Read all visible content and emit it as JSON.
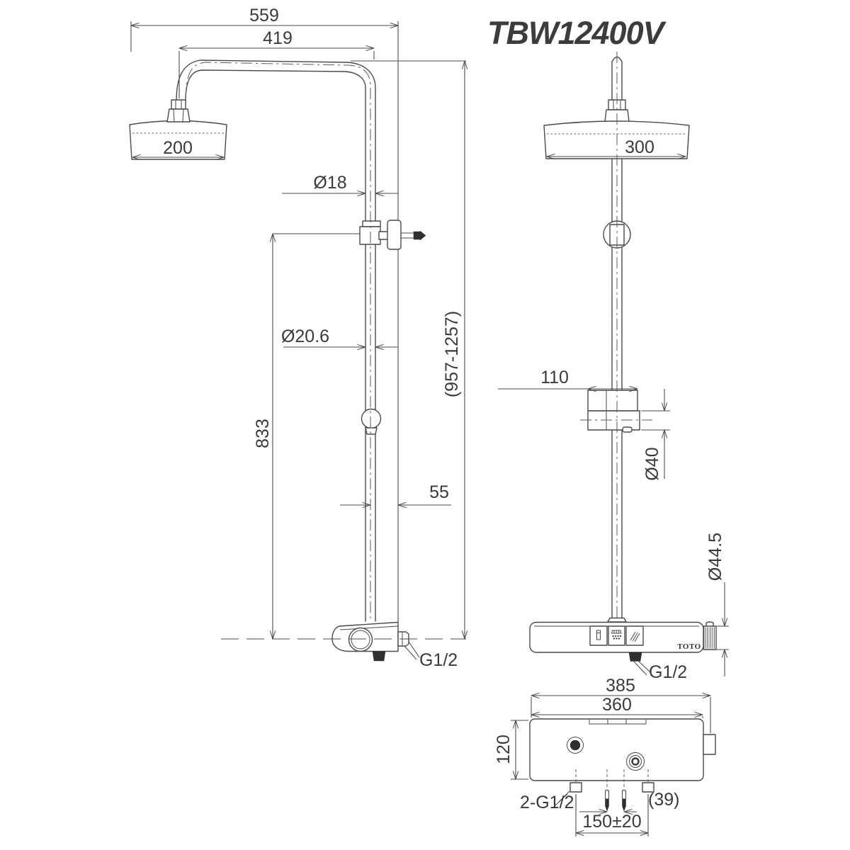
{
  "title": "TBW12400V",
  "brand": {
    "logo_text": "TOTO"
  },
  "colors": {
    "line": "#4a4a4a",
    "text": "#3a3a3a",
    "dark_fill": "#2f2f2f",
    "background": "#ffffff"
  },
  "side_view": {
    "overall_width": "559",
    "arm_reach": "419",
    "head_width": "200",
    "upper_pipe_dia": "Ø18",
    "lower_pipe_dia": "Ø20.6",
    "riser_height": "833",
    "height_range": "(957-1257)",
    "wall_offset": "55",
    "outlet_thread": "G1/2"
  },
  "front_view": {
    "head_width": "300",
    "slider_width": "110",
    "slider_dia": "Ø40",
    "knob_dia": "Ø44.5",
    "outlet_thread": "G1/2"
  },
  "plan_view": {
    "overall_width": "385",
    "body_width": "360",
    "body_depth": "120",
    "inlet_threads": "2-G1/2",
    "screw_spacing": "(39)",
    "inlet_spacing": "150±20"
  }
}
